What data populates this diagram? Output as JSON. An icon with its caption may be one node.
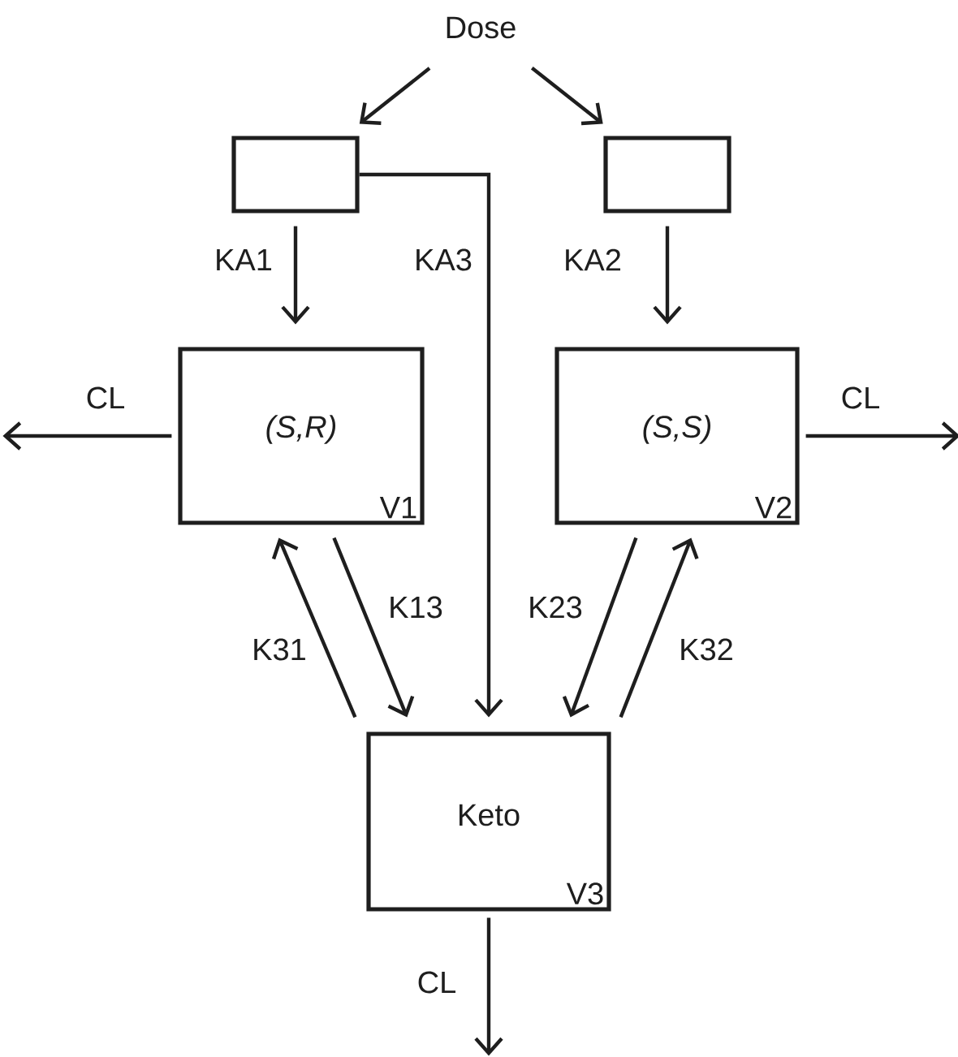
{
  "diagram": {
    "nodes": [
      {
        "text": [
          "Dose"
        ]
      },
      {
        "text": [],
        "shape": "box"
      },
      {
        "text": [],
        "shape": "box"
      },
      {
        "text": [
          "(S,R)",
          "V1"
        ]
      },
      {
        "text": [
          "(S,S)",
          "V2"
        ]
      },
      {
        "text": [
          "Keto",
          "V3"
        ]
      }
    ],
    "edges": [
      {
        "from": 0,
        "to": 1,
        "arrow": "to"
      },
      {
        "from": 0,
        "to": 2,
        "arrow": "to"
      },
      {
        "from": 1,
        "to": 3,
        "label": "KA1",
        "arrow": "to"
      },
      {
        "from": 1,
        "to": 5,
        "label": "KA3",
        "arrow": "to"
      },
      {
        "from": 2,
        "to": 4,
        "label": "KA2",
        "arrow": "to"
      },
      {
        "from": 3,
        "to": null,
        "label": "CL",
        "arrow": "to"
      },
      {
        "from": 4,
        "to": null,
        "label": "CL",
        "arrow": "to"
      },
      {
        "from": 5,
        "to": 3,
        "label": "K31",
        "arrow": "to"
      },
      {
        "from": 3,
        "to": 5,
        "label": "K13",
        "arrow": "to"
      },
      {
        "from": 4,
        "to": 5,
        "label": "K23",
        "arrow": "to"
      },
      {
        "from": 5,
        "to": 4,
        "label": "K32",
        "arrow": "to"
      },
      {
        "from": 5,
        "to": null,
        "label": "CL",
        "arrow": "to"
      }
    ]
  }
}
